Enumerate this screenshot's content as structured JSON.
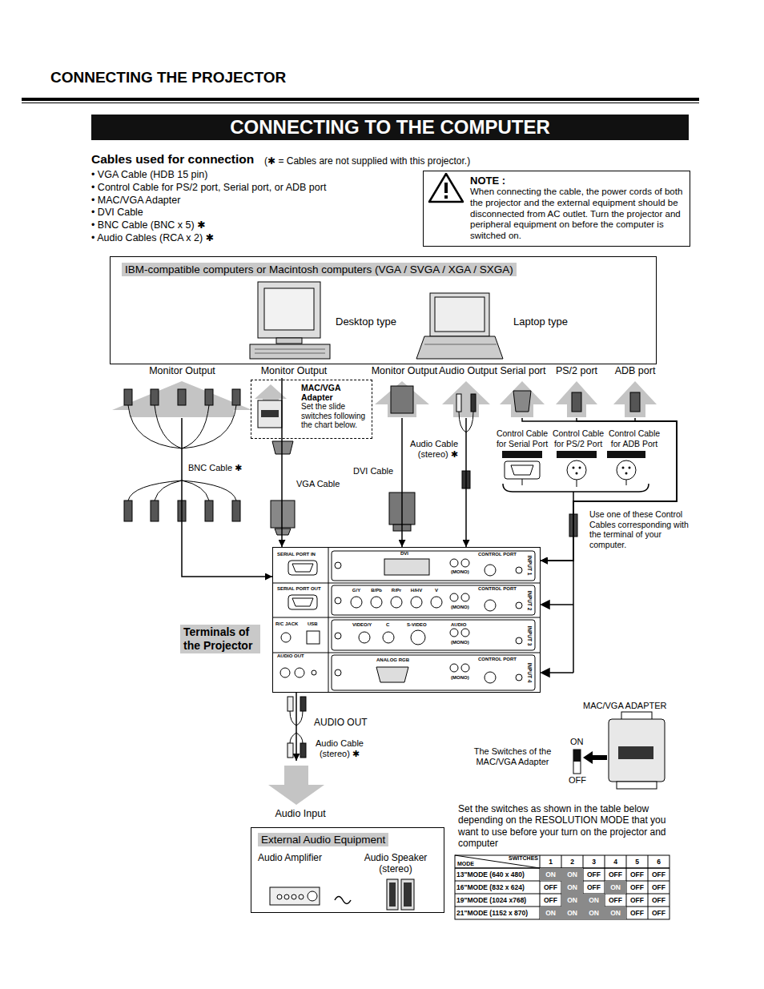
{
  "diagram": {
    "title": "CONNECTING TO THE COMPUTER",
    "nodes": [
      {
        "text": [
          "NOTE :",
          "When connecting the cable, the power cords of both the projector and the external equipment should be disconnected from AC outlet. Turn the projector and peripheral equipment on before the computer is switched on."
        ]
      },
      {
        "text": [
          "IBM-compatible computers or Macintosh computers (VGA / SVGA / XGA / SXGA)"
        ]
      },
      {
        "text": [
          "Desktop type"
        ],
        "in": 1
      },
      {
        "text": [
          "Laptop type"
        ],
        "in": 1
      },
      {
        "text": [
          "Monitor Output"
        ]
      },
      {
        "text": [
          "Monitor Output"
        ]
      },
      {
        "text": [
          "MAC/VGA Adapter",
          "Set the slide switches following the chart below."
        ]
      },
      {
        "text": [
          "Monitor Output"
        ]
      },
      {
        "text": [
          "Audio Output"
        ]
      },
      {
        "text": [
          "Serial port"
        ]
      },
      {
        "text": [
          "PS/2 port"
        ]
      },
      {
        "text": [
          "ADB port"
        ]
      },
      {
        "text": [
          "Terminals of the Projector"
        ]
      },
      {
        "text": [
          "Audio Input"
        ]
      },
      {
        "text": [
          "External Audio Equipment"
        ]
      },
      {
        "text": [
          "Audio Amplifier"
        ],
        "in": 14
      },
      {
        "text": [
          "Audio Speaker (stereo)"
        ],
        "in": 14
      }
    ],
    "edges": [
      {
        "from": 4,
        "to": 12,
        "arrow": "to"
      },
      {
        "from": 5,
        "to": 12,
        "arrow": "to"
      },
      {
        "from": 7,
        "to": 12,
        "arrow": "to"
      },
      {
        "from": 8,
        "to": 12,
        "arrow": "to"
      },
      {
        "from": 9,
        "to": 12,
        "arrow": "to"
      },
      {
        "from": 10,
        "to": 12,
        "arrow": "to"
      },
      {
        "from": 11,
        "to": 12,
        "arrow": "to"
      },
      {
        "from": 12,
        "to": 13,
        "arrow": "to"
      }
    ],
    "labels": [
      "CONNECTING THE PROJECTOR",
      "Cables used for connection",
      "(✱ = Cables are not supplied with this projector.)",
      "• VGA Cable (HDB 15 pin)",
      "• Control Cable for PS/2 port, Serial port, or ADB port",
      "• MAC/VGA Adapter",
      "• DVI Cable",
      "• BNC Cable (BNC x 5) ✱",
      "• Audio Cables (RCA x 2) ✱",
      "BNC Cable ✱",
      "VGA Cable",
      "DVI Cable",
      "Audio Cable (stereo) ✱",
      "Control Cable for Serial Port",
      "Control Cable for PS/2 Port",
      "Control Cable for ADB Port",
      "Use one of these Control Cables corresponding with the terminal of your computer.",
      "AUDIO OUT",
      "Audio Cable (stereo) ✱",
      "MAC/VGA ADAPTER",
      "ON",
      "OFF",
      "The Switches of the MAC/VGA Adapter",
      "Set the switches as shown in the table below depending on the RESOLUTION MODE that you want to use before your turn on the projector and computer",
      "MODE",
      "SWITCHES",
      "1",
      "2",
      "3",
      "4",
      "5",
      "6",
      "13\"MODE (640 x 480)",
      "ON",
      "ON",
      "OFF",
      "OFF",
      "OFF",
      "OFF",
      "16\"MODE (832 x 624)",
      "OFF",
      "ON",
      "OFF",
      "ON",
      "OFF",
      "OFF",
      "19\"MODE (1024 x768)",
      "OFF",
      "ON",
      "ON",
      "OFF",
      "OFF",
      "OFF",
      "21\"MODE (1152 x 870)",
      "ON",
      "ON",
      "ON",
      "ON",
      "OFF",
      "OFF",
      "SERIAL PORT IN",
      "SERIAL PORT OUT",
      "R/C JACK",
      "USB",
      "AUDIO OUT",
      "DVI",
      "CONTROL PORT",
      "(MONO)",
      "CONTROL PORT",
      "(MONO)",
      "VIDEO/Y",
      "C",
      "S-VIDEO",
      "AUDIO",
      "(MONO)",
      "ANALOG RGB",
      "CONTROL PORT",
      "(MONO)",
      "INPUT 1",
      "INPUT 2",
      "INPUT 3",
      "INPUT 4",
      "G/Y",
      "B/Pb",
      "R/Pr",
      "H/HV",
      "V"
    ]
  }
}
